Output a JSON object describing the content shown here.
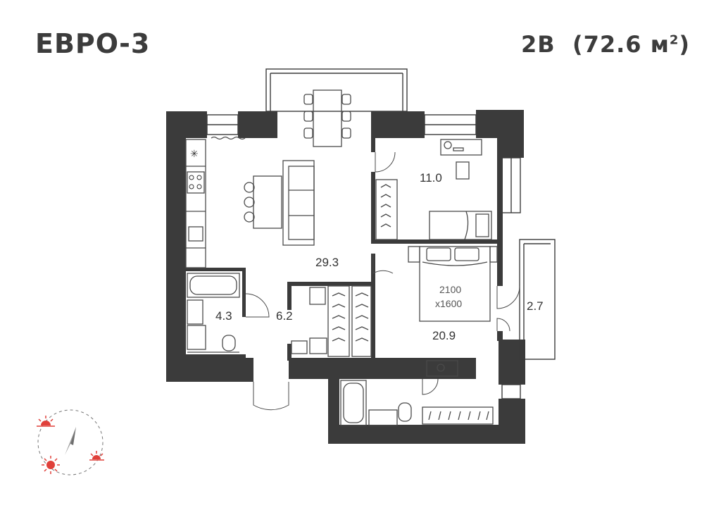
{
  "header": {
    "plan_type": "ЕВРО-3",
    "unit": "2В  (72.6 м",
    "unit_sup": "2",
    "unit_close": ")"
  },
  "rooms": {
    "living_kitchen": "29.3",
    "bedroom_small": "11.0",
    "bedroom_master": "20.9",
    "balcony": "2.7",
    "bathroom": "4.3",
    "hall": "6.2"
  },
  "bed_size": {
    "line1": "2100",
    "line2": "x1600"
  },
  "colors": {
    "wall": "#3b3b3b",
    "sun_marker": "#e0403a"
  },
  "icons": [
    "compass-icon",
    "sunrise-icon",
    "sun-icon",
    "sunset-icon"
  ]
}
